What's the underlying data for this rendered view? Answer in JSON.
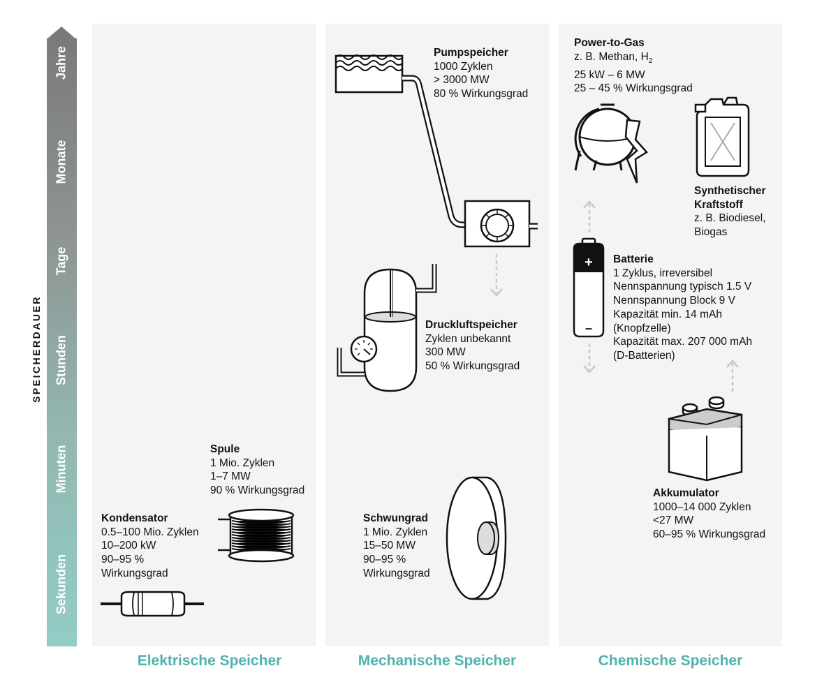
{
  "axis": {
    "title": "SPEICHERDAUER",
    "ticks": [
      "Jahre",
      "Monate",
      "Tage",
      "Stunden",
      "Minuten",
      "Sekunden"
    ]
  },
  "categories": [
    "Elektrische Speicher",
    "Mechanische Speicher",
    "Chemische Speicher"
  ],
  "items": {
    "kondensator": {
      "title": "Kondensator",
      "lines": [
        "0.5–100 Mio. Zyklen",
        "10–200 kW",
        "90–95 %",
        "Wirkungsgrad"
      ]
    },
    "spule": {
      "title": "Spule",
      "lines": [
        "1 Mio. Zyklen",
        "1–7 MW",
        "90 % Wirkungsgrad"
      ]
    },
    "pumpspeicher": {
      "title": "Pumpspeicher",
      "lines": [
        "1000 Zyklen",
        "> 3000 MW",
        "80 % Wirkungsgrad"
      ]
    },
    "druckluftspeicher": {
      "title": "Druckluftspeicher",
      "lines": [
        "Zyklen unbekannt",
        "300 MW",
        "50 % Wirkungsgrad"
      ]
    },
    "schwungrad": {
      "title": "Schwungrad",
      "lines": [
        "1 Mio. Zyklen",
        "15–50 MW",
        "90–95 %",
        "Wirkungsgrad"
      ]
    },
    "power_to_gas": {
      "title": "Power-to-Gas",
      "line1_prefix": "z. B. Methan, H",
      "line1_sub": "2",
      "lines": [
        "25 kW – 6 MW",
        "25 – 45 % Wirkungsgrad"
      ]
    },
    "synthetischer_kraftstoff": {
      "title_lines": [
        "Synthetischer",
        "Kraftstoff"
      ],
      "lines": [
        "z. B. Biodiesel,",
        "Biogas"
      ]
    },
    "batterie": {
      "title": "Batterie",
      "lines": [
        "1 Zyklus, irreversibel",
        "Nennspannung typisch 1.5 V",
        "Nennspannung Block 9 V",
        "Kapazität min. 14 mAh",
        "(Knopfzelle)",
        "Kapazität max. 207 000 mAh",
        "(D-Batterien)"
      ]
    },
    "akkumulator": {
      "title": "Akkumulator",
      "lines": [
        "1000–14 000 Zyklen",
        "<27 MW",
        "60–95 % Wirkungsgrad"
      ]
    }
  },
  "battery_symbols": {
    "plus": "+",
    "minus": "–"
  },
  "colors": {
    "accent": "#4fb3ac",
    "panel": "#f4f4f4",
    "axis_top": "#7a7a7a",
    "axis_bottom": "#92cdc6",
    "arrow": "#c8c8c8"
  }
}
